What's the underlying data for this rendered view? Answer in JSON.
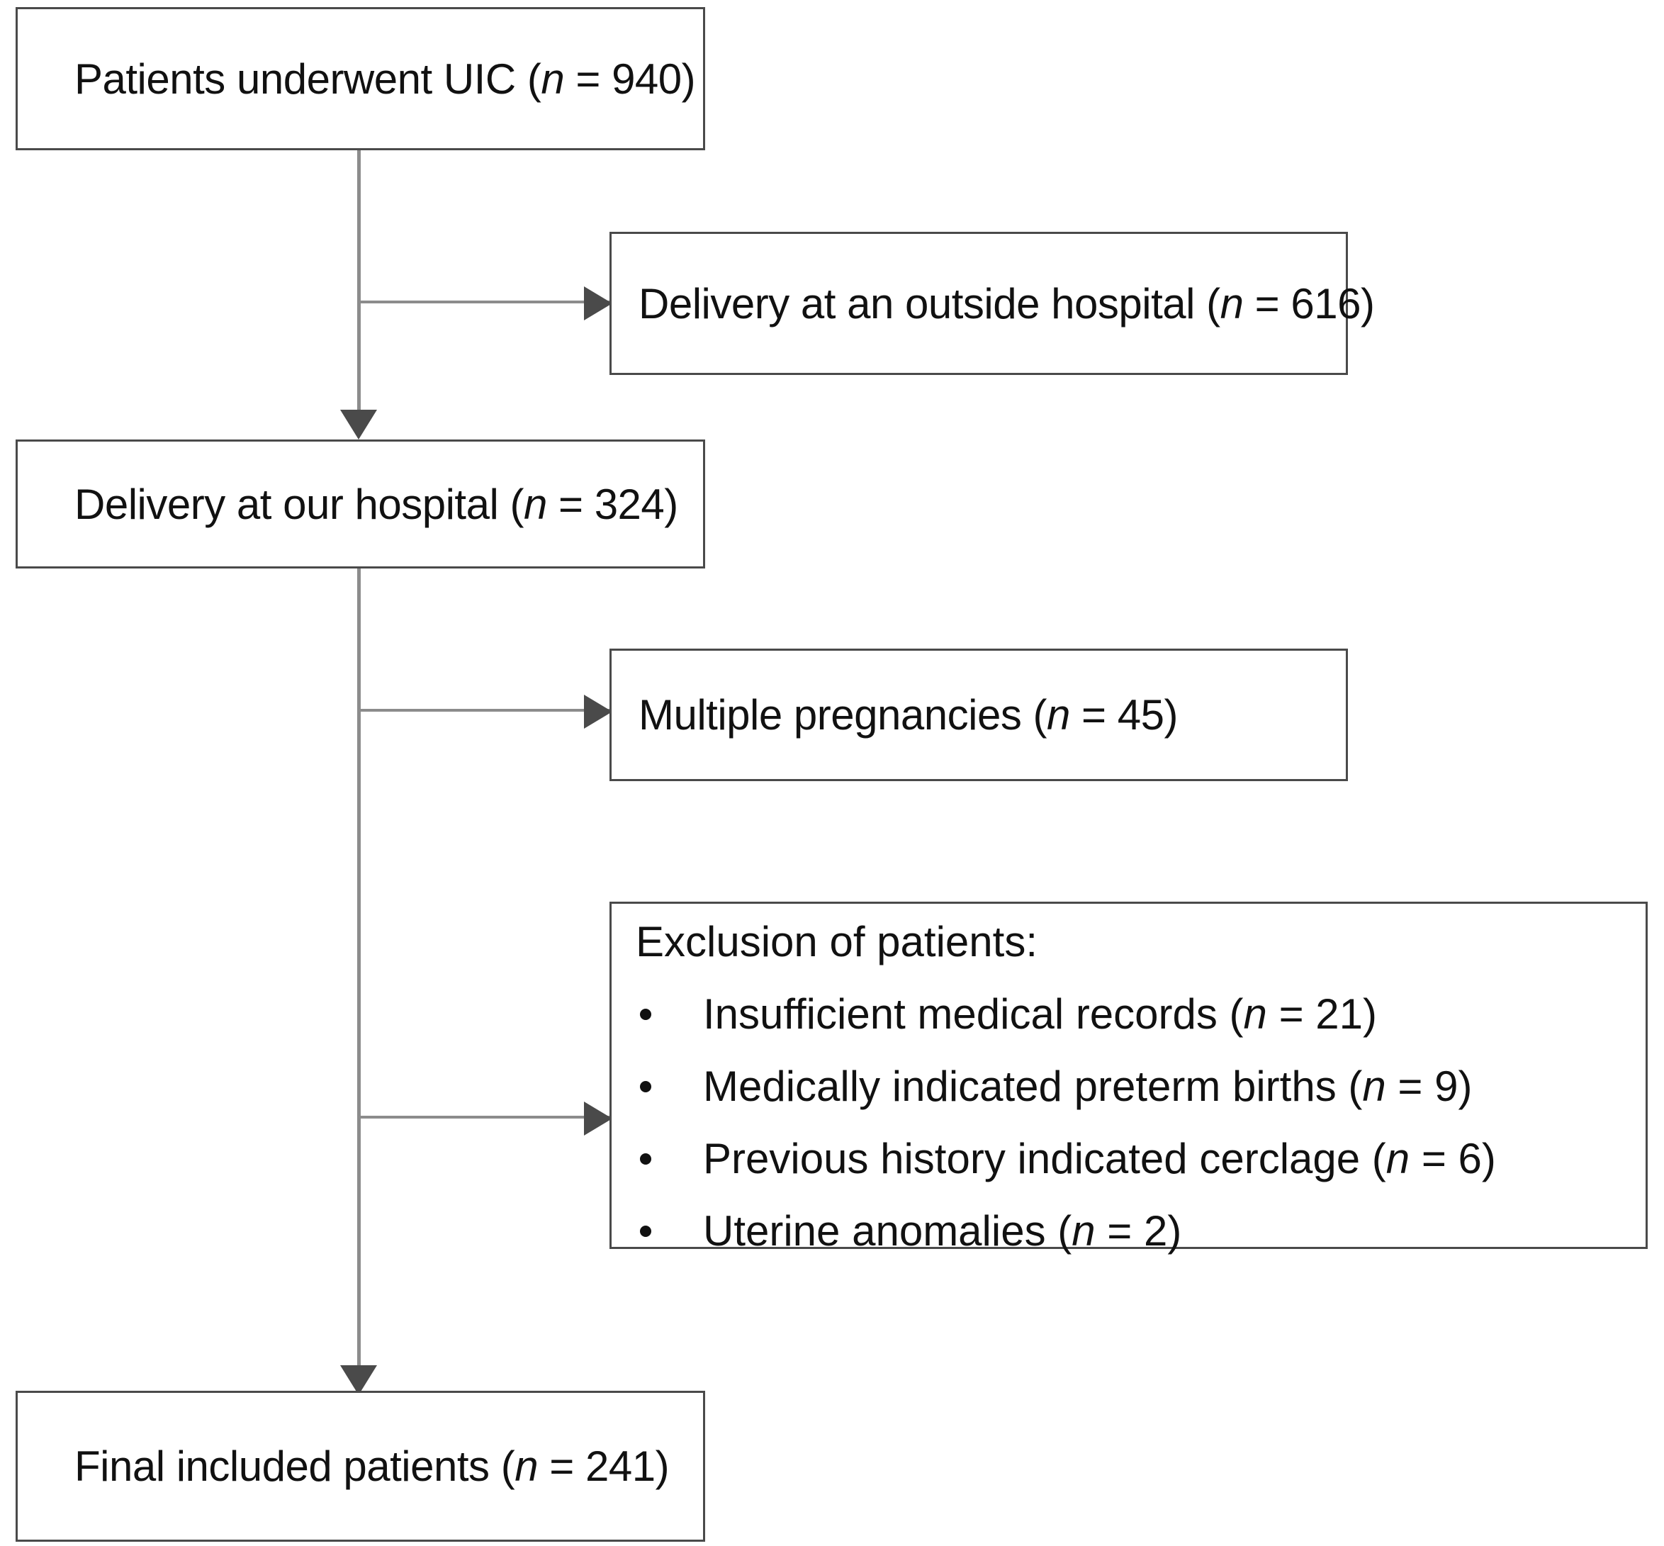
{
  "diagram": {
    "type": "flowchart",
    "title": "Patient selection flow diagram",
    "colors": {
      "box_border": "#4a4a4a",
      "connector": "#8c8c8c",
      "arrow_head": "#4a4a4a",
      "background": "#ffffff",
      "text": "#111111"
    },
    "nodes": {
      "uic": {
        "text_before": "Patients underwent UIC  (",
        "nvar": "n",
        "text_after": " = 940)"
      },
      "outside_hospital": {
        "text_before": "Delivery at an outside hospital (",
        "nvar": "n",
        "text_after": " = 616)"
      },
      "our_hospital": {
        "text_before": "Delivery at our hospital  (",
        "nvar": "n",
        "text_after": " = 324)"
      },
      "multiple_pregnancies": {
        "text_before": "Multiple pregnancies  (",
        "nvar": "n",
        "text_after": " = 45)"
      },
      "exclusion": {
        "heading": "Exclusion of patients:",
        "items": [
          {
            "text_before": "Insufficient medical records (",
            "nvar": "n",
            "text_after": " = 21)"
          },
          {
            "text_before": "Medically indicated preterm births (",
            "nvar": "n",
            "text_after": " = 9)"
          },
          {
            "text_before": "Previous history indicated cerclage (",
            "nvar": "n",
            "text_after": " = 6)"
          },
          {
            "text_before": "Uterine anomalies (",
            "nvar": "n",
            "text_after": " = 2)"
          }
        ]
      },
      "final_included": {
        "text_before": "Final included patients (",
        "nvar": "n",
        "text_after": " = 241)"
      }
    },
    "counts": {
      "patients_underwent_uic": 940,
      "delivery_at_outside_hospital": 616,
      "delivery_at_our_hospital": 324,
      "multiple_pregnancies": 45,
      "insufficient_medical_records": 21,
      "medically_indicated_preterm_births": 9,
      "previous_history_indicated_cerclage": 6,
      "uterine_anomalies": 2,
      "final_included_patients": 241
    }
  }
}
